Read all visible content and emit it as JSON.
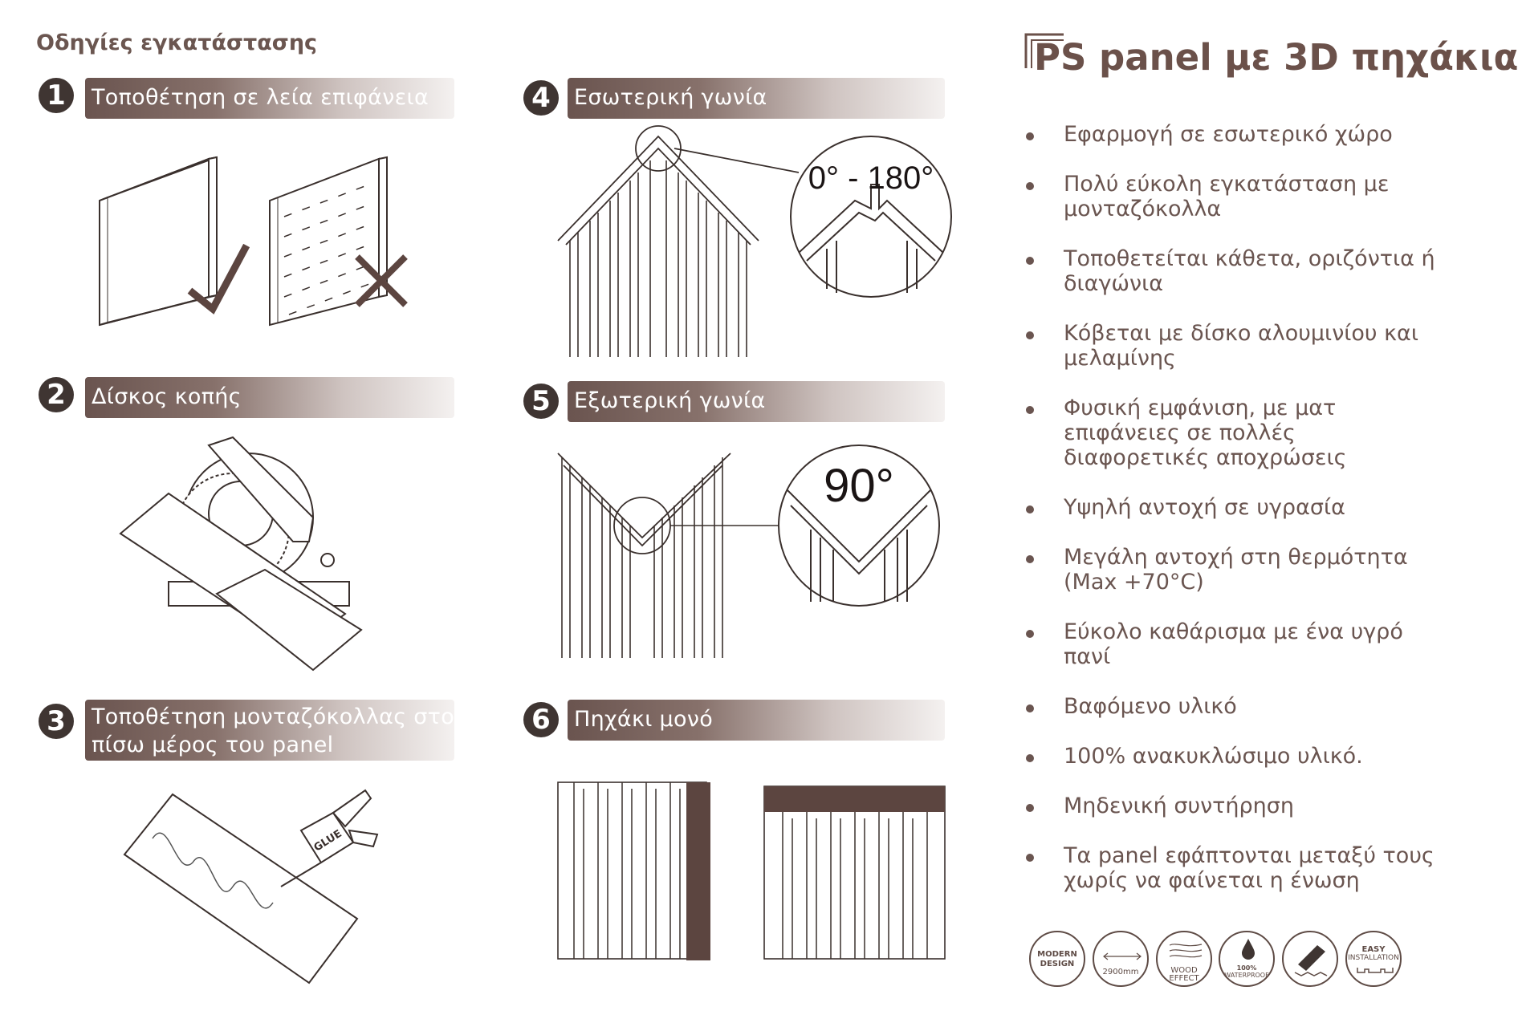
{
  "page": {
    "heading": "Οδηγίες εγκατάστασης",
    "product_title": "PS panel με 3D πηχάκια"
  },
  "steps": [
    {
      "number": "1",
      "label": "Τοποθέτηση σε λεία επιφάνεια"
    },
    {
      "number": "2",
      "label": "Δίσκος κοπής"
    },
    {
      "number": "3",
      "label": "Τοποθέτηση μονταζόκολλας στο πίσω μέρος του panel"
    },
    {
      "number": "4",
      "label": "Εσωτερική γωνία"
    },
    {
      "number": "5",
      "label": "Εξωτερική γωνία"
    },
    {
      "number": "6",
      "label": "Πηχάκι μονό"
    }
  ],
  "illustrations": {
    "inner_angle": "0° - 180°",
    "outer_angle": "90°",
    "glue_label": "GLUE"
  },
  "features": [
    "Εφαρμογή σε εσωτερικό χώρο",
    "Πολύ εύκολη εγκατάσταση με μονταζόκολλα",
    "Τοποθετείται κάθετα, οριζόντια ή διαγώνια",
    "Κόβεται με δίσκο αλουμινίου και μελαμίνης",
    "Φυσική εμφάνιση, με ματ επιφάνειες σε πολλές διαφορετικές αποχρώσεις",
    "Υψηλή αντοχή σε υγρασία",
    "Μεγάλη αντοχή στη θερμότητα (Max +70°C)",
    "Εύκολο καθάρισμα με ένα υγρό πανί",
    "Βαφόμενο υλικό",
    "100% ανακυκλώσιμο υλικό.",
    "Μηδενική συντήρηση",
    "Τα panel εφάπτονται μεταξύ τους χωρίς να φαίνεται η ένωση"
  ],
  "badges": {
    "modern_line1": "MODERN",
    "modern_line2": "DESIGN",
    "length": "2900mm",
    "wood_line1": "WOOD",
    "wood_line2": "EFFECT",
    "waterproof_line1": "100%",
    "waterproof_line2": "WATERPROOF",
    "easy_line1": "EASY",
    "easy_line2": "INSTALLATION"
  },
  "colors": {
    "brand_brown": "#6b514a",
    "dark_circle": "#3f3532",
    "panel_dark": "#5c4540"
  }
}
